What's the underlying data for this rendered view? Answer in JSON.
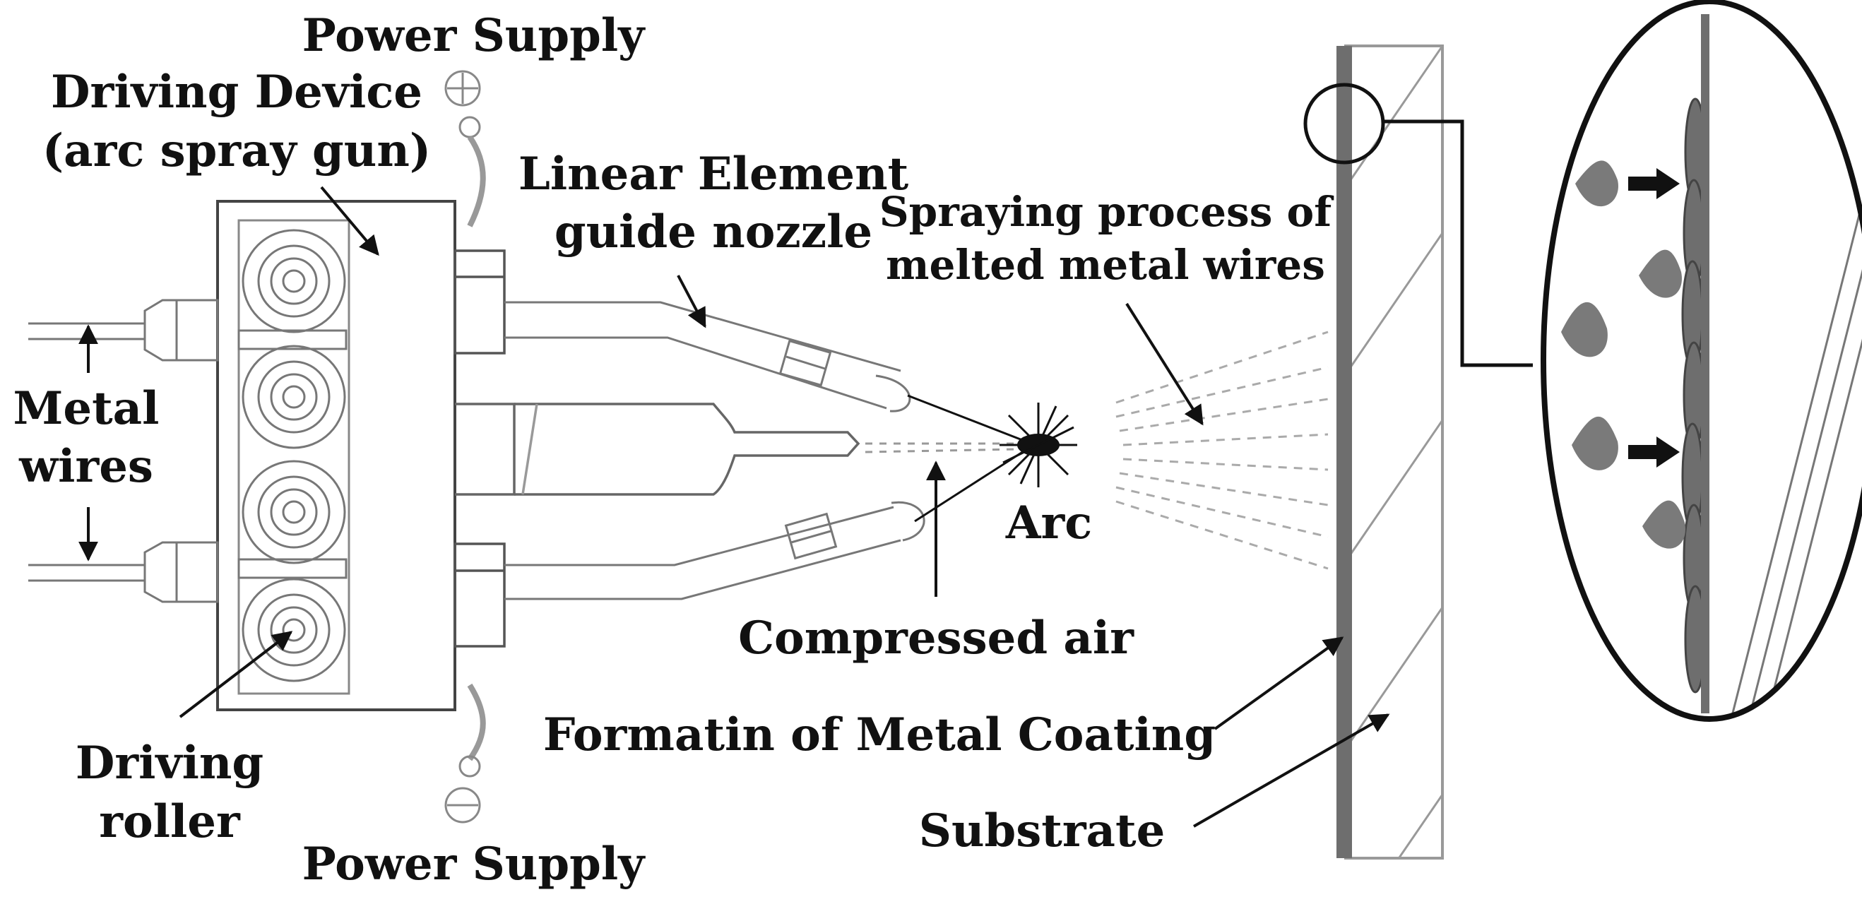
{
  "labels": {
    "power_supply_top": "Power Supply",
    "power_supply_bottom": "Power Supply",
    "driving_device_line1": "Driving Device",
    "driving_device_line2": "(arc spray gun)",
    "linear_element_line1": "Linear Element",
    "linear_element_line2": "guide nozzle",
    "spraying_line1": "Spraying process of",
    "spraying_line2": "melted metal wires",
    "metal_line1": "Metal",
    "metal_line2": "wires",
    "arc": "Arc",
    "compressed_air": "Compressed air",
    "formation": "Formatin of Metal Coating",
    "driving_roller_line1": "Driving",
    "driving_roller_line2": "roller",
    "substrate": "Substrate"
  },
  "colors": {
    "ink": "#111111",
    "line": "#444444",
    "light_line": "#8a8a8a",
    "coating": "#6e6e6e",
    "droplet": "#7a7a7a"
  }
}
